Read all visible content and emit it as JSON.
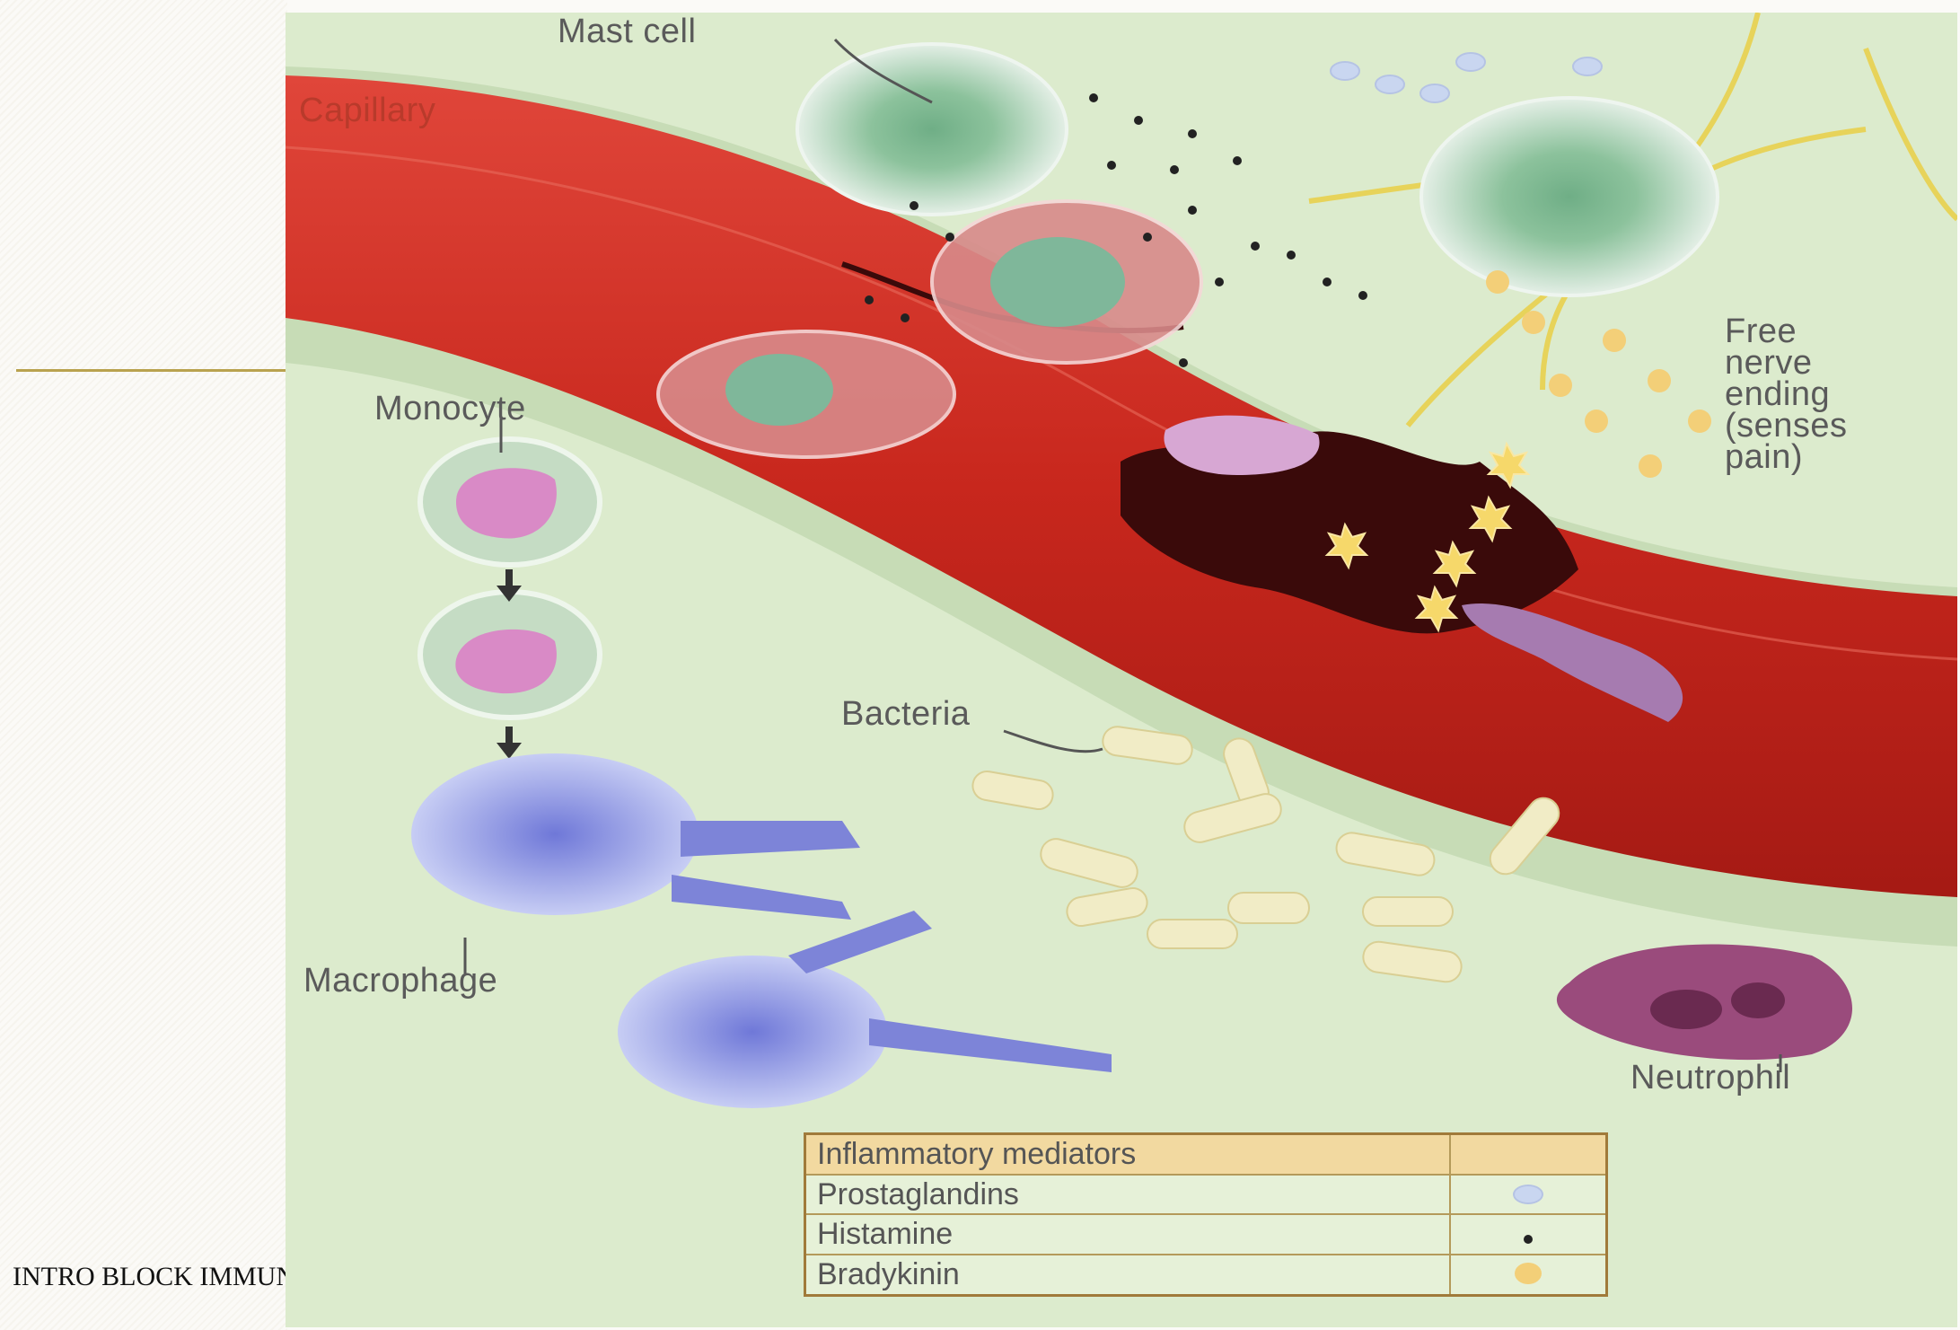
{
  "footer": {
    "text": "INTRO BLOCK IMMUNOLOGY"
  },
  "diagram": {
    "labels": {
      "mast_cell": "Mast cell",
      "capillary": "Capillary",
      "monocyte": "Monocyte",
      "free_nerve_ending": "Free\nnerve\nending\n(senses\npain)",
      "bacteria": "Bacteria",
      "macrophage": "Macrophage",
      "neutrophil": "Neutrophil"
    },
    "legend": {
      "title": "Inflammatory mediators",
      "items": [
        {
          "label": "Prostaglandins",
          "icon": "prostaglandin-dot-icon"
        },
        {
          "label": "Histamine",
          "icon": "histamine-dot-icon"
        },
        {
          "label": "Bradykinin",
          "icon": "bradykinin-dot-icon"
        }
      ]
    },
    "colors": {
      "background": "#dcebcd",
      "capillary": "#c8271d",
      "nerve": "#e7d35a",
      "bacteria": "#f1ecc6",
      "macrophage": "#9aa4e8",
      "neutrophil": "#9a4b7c"
    }
  }
}
